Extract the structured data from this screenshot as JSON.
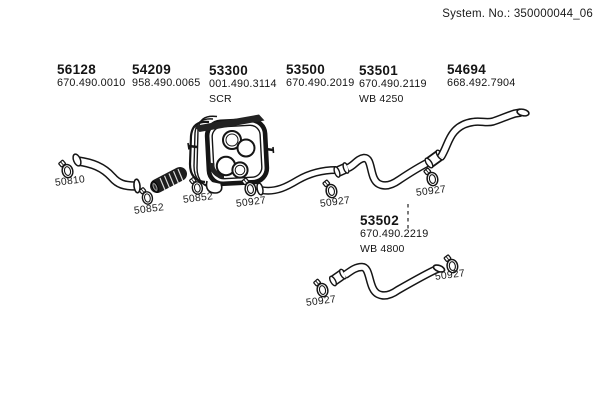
{
  "header": {
    "system_no": "System. No.: 350000044_06"
  },
  "part_groups": [
    {
      "number": "56128",
      "code": "670.490.0010",
      "note": ""
    },
    {
      "number": "54209",
      "code": "958.490.0065",
      "note": ""
    },
    {
      "number": "53300",
      "code": "001.490.3114",
      "note": "SCR"
    },
    {
      "number": "53500",
      "code": "670.490.2019",
      "note": ""
    },
    {
      "number": "53501",
      "code": "670.490.2119",
      "note": "WB 4250"
    },
    {
      "number": "54694",
      "code": "668.492.7904",
      "note": ""
    },
    {
      "number": "53502",
      "code": "670.490.2219",
      "note": "WB 4800"
    }
  ],
  "clamp_labels": [
    {
      "number": "50810"
    },
    {
      "number": "50852"
    },
    {
      "number": "50852"
    },
    {
      "number": "50927"
    },
    {
      "number": "50927"
    },
    {
      "number": "50927"
    },
    {
      "number": "50927"
    },
    {
      "number": "50927"
    }
  ],
  "colors": {
    "line": "#1a1a1a",
    "background": "#ffffff",
    "fill_dark": "#1d1d1d"
  }
}
